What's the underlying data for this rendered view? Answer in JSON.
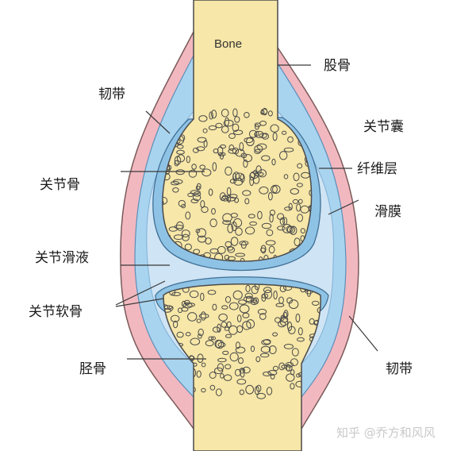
{
  "figure": {
    "bone_label": "Bone",
    "labels": {
      "femur": "股骨",
      "ligament_top": "韧带",
      "joint_capsule": "关节囊",
      "fibrous_layer": "纤维层",
      "articular_bone": "关节骨",
      "synovium": "滑膜",
      "synovial_fluid": "关节滑液",
      "articular_cartilage": "关节软骨",
      "tibia": "胫骨",
      "ligament_bottom": "韧带"
    },
    "watermark": "知乎 @乔方和风风"
  },
  "colors": {
    "bone": "#f7e7a8",
    "ligament": "#f2b8c0",
    "capsule_blue": "#a9d4ef",
    "cartilage": "#8fc3e6",
    "synovial_fluid": "#cfe4f4",
    "outline": "#4a4a4a"
  }
}
